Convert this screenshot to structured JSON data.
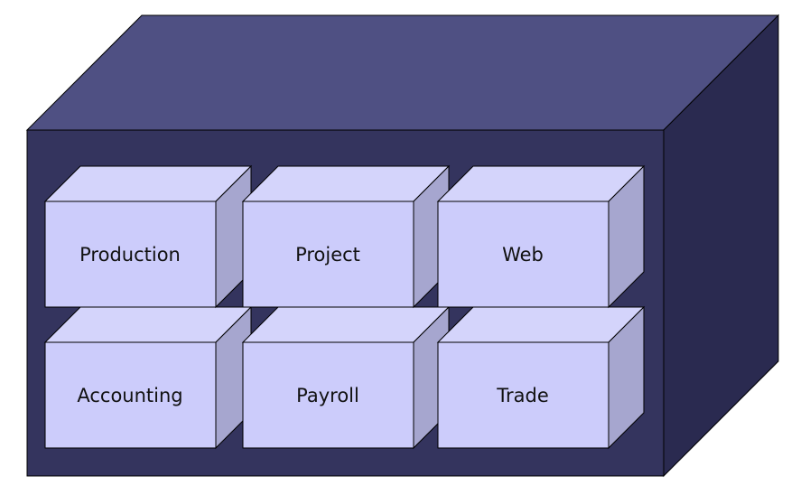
{
  "container": {
    "colors": {
      "top": "#4f5083",
      "front": "#34345e",
      "side": "#2a2a50",
      "stroke": "#000000"
    }
  },
  "modules": [
    {
      "id": "production",
      "label": "Production"
    },
    {
      "id": "project",
      "label": "Project"
    },
    {
      "id": "web",
      "label": "Web"
    },
    {
      "id": "accounting",
      "label": "Accounting"
    },
    {
      "id": "payroll",
      "label": "Payroll"
    },
    {
      "id": "trade",
      "label": "Trade"
    }
  ],
  "module_colors": {
    "front": "#ccccfb",
    "top": "#d4d4fb",
    "side": "#a6a6cf",
    "stroke": "#000000"
  }
}
